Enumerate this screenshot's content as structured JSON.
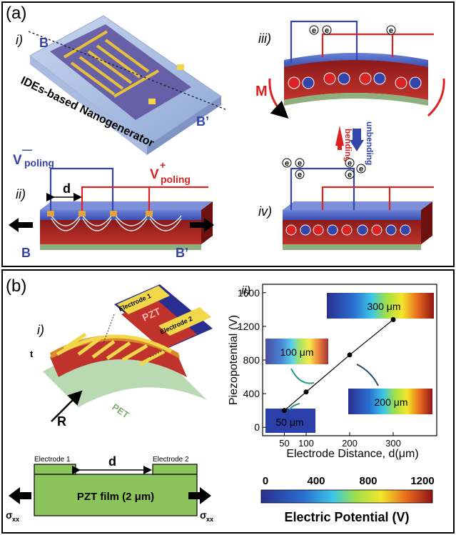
{
  "panel_a": {
    "label": "(a)",
    "sub_i": "i)",
    "sub_ii": "ii)",
    "sub_iii": "iii)",
    "sub_iv": "iv)",
    "device_label": "IDEs-based Nanogenerator",
    "b_label": "B",
    "b_prime_label": "B’",
    "v_poling_neg": "V",
    "v_poling_neg_sup": "—",
    "v_poling_neg_sub": "poling",
    "v_poling_pos": "V",
    "v_poling_pos_sup": "+",
    "v_poling_pos_sub": "poling",
    "d_label": "d",
    "m_label": "M",
    "bending": "bending",
    "unbending": "unbending",
    "electron": "e"
  },
  "panel_b": {
    "label": "(b)",
    "sub_i": "i)",
    "sub_ii": "ii)",
    "electrode1_inset": "Electrode 1",
    "electrode2_inset": "Electrode 2",
    "pzt_inset": "PZT",
    "t_label": "t",
    "r_label": "R",
    "pet_label": "PET",
    "cross_section": {
      "electrode1": "Electrode 1",
      "electrode2": "Electrode 2",
      "d_label": "d",
      "film": "PZT film (2 μm)",
      "sigma_left": "σ",
      "sigma_left_sub": "xx",
      "sigma_right": "σ",
      "sigma_right_sub": "xx"
    },
    "colorbar": {
      "ticks": [
        "0",
        "400",
        "800",
        "1200"
      ],
      "title": "Electric Potential (V)"
    },
    "map_labels": [
      "50 μm",
      "100 μm",
      "200 μm",
      "300 μm"
    ]
  },
  "chart_data": {
    "type": "line",
    "xlabel": "Electrode Distance, d(μm)",
    "ylabel": "Piezopotential (V)",
    "x_ticks": [
      "50",
      "100",
      "200",
      "300"
    ],
    "y_ticks": [
      "0",
      "400",
      "800",
      "1200",
      "1600"
    ],
    "xlim": [
      0,
      400
    ],
    "ylim": [
      -100,
      1700
    ],
    "x": [
      50,
      100,
      200,
      300
    ],
    "y": [
      200,
      420,
      860,
      1280
    ]
  }
}
